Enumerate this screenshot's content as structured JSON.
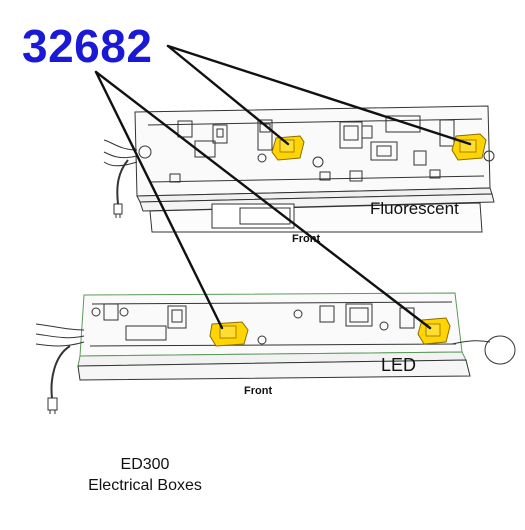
{
  "part_number": "32682",
  "fluorescent_box": {
    "label": "Fluorescent",
    "front_label": "Front"
  },
  "led_box": {
    "label": "LED",
    "front_label": "Front"
  },
  "caption": {
    "line1": "ED300",
    "line2": "Electrical Boxes"
  },
  "colors": {
    "part_number": "#1a1ad6",
    "highlight": "#ffd400",
    "led_outline": "#5a9a5a",
    "line": "#111111"
  }
}
